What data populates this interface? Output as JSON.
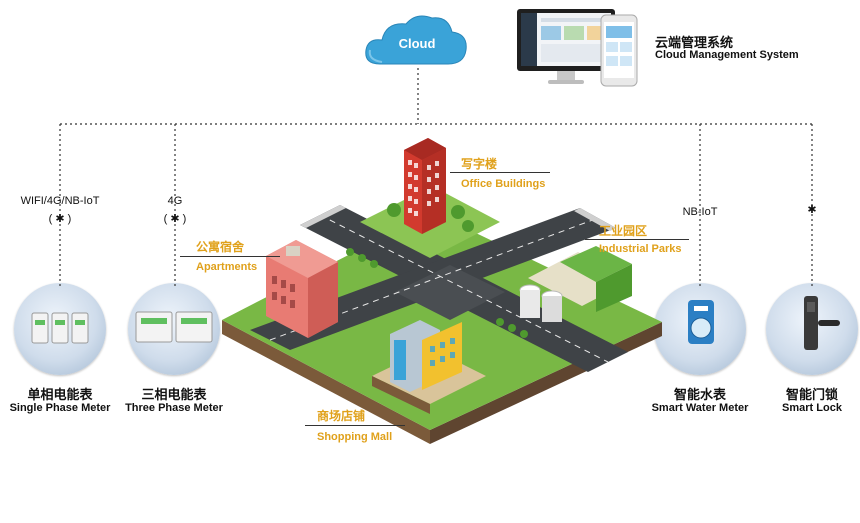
{
  "cloud": {
    "label": "Cloud"
  },
  "system": {
    "title_cn": "云端管理系统",
    "title_en": "Cloud Management System"
  },
  "protocols": {
    "single_phase": "WIFI/4G/NB-IoT",
    "three_phase": "4G",
    "water": "NB-IoT"
  },
  "bluetooth_glyph": "(  ✱  )",
  "devices": [
    {
      "cn": "单相电能表",
      "en": "Single Phase Meter",
      "icon": "single-phase-meter-icon"
    },
    {
      "cn": "三相电能表",
      "en": "Three Phase Meter",
      "icon": "three-phase-meter-icon"
    },
    {
      "cn": "智能水表",
      "en": "Smart Water Meter",
      "icon": "water-meter-icon"
    },
    {
      "cn": "智能门锁",
      "en": "Smart Lock",
      "icon": "smart-lock-icon"
    }
  ],
  "buildings": {
    "office": {
      "cn": "写字楼",
      "en": "Office Buildings"
    },
    "apartments": {
      "cn": "公寓宿舍",
      "en": "Apartments"
    },
    "industrial": {
      "cn": "工业园区",
      "en": "Industrial Parks"
    },
    "mall": {
      "cn": "商场店铺",
      "en": "Shopping Mall"
    }
  },
  "colors": {
    "cloud": "#3aa3d8",
    "label_gold": "#e0a11b",
    "road": "#3f4347",
    "grass": "#79b845",
    "connector": "#333333"
  }
}
